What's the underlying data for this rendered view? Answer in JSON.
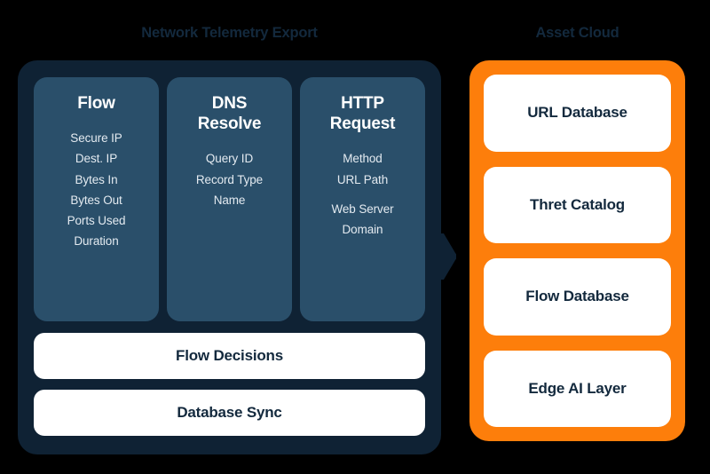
{
  "diagram": {
    "background_color": "#000000",
    "left": {
      "title": "Network Telemetry Export",
      "panel_color": "#0f2234",
      "card_color": "#2a4f6a",
      "columns": [
        {
          "title": "Flow",
          "items": [
            "Secure IP",
            "Dest. IP",
            "Bytes In",
            "Bytes Out",
            "Ports Used",
            "Duration"
          ]
        },
        {
          "title": "DNS\nResolve",
          "items": [
            "Query ID",
            "Record Type",
            "Name"
          ]
        },
        {
          "title": "HTTP\nRequest",
          "items": [
            "Method",
            "URL Path",
            "Web Server\nDomain"
          ]
        }
      ],
      "bars": [
        {
          "label": "Flow Decisions"
        },
        {
          "label": "Database Sync"
        }
      ]
    },
    "connector": {
      "icon": "arrow-right-icon",
      "color": "#0f2234"
    },
    "right": {
      "title": "Asset Cloud",
      "panel_color": "#fd7e0b",
      "cards": [
        {
          "label": "URL Database"
        },
        {
          "label": "Thret Catalog"
        },
        {
          "label": "Flow Database"
        },
        {
          "label": "Edge AI Layer"
        }
      ]
    }
  }
}
